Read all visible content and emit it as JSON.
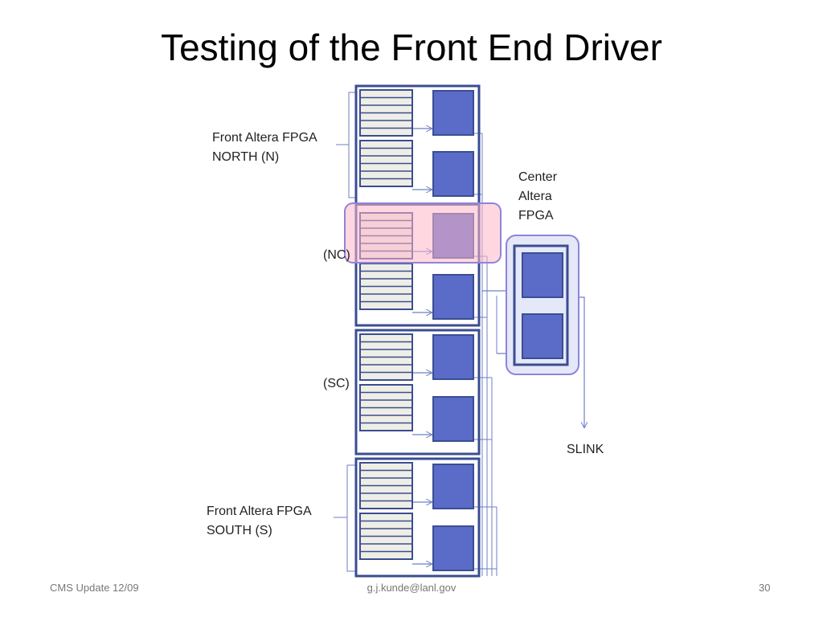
{
  "slide": {
    "title": "Testing of the Front End Driver",
    "footer_left": "CMS Update 12/09",
    "footer_center": "g.j.kunde@lanl.gov",
    "footer_right": "30"
  },
  "diagram": {
    "labels": {
      "north_line1": "Front Altera FPGA",
      "north_line2": "NORTH (N)",
      "nc": "(NC)",
      "sc": "(SC)",
      "south_line1": "Front Altera FPGA",
      "south_line2": "SOUTH (S)",
      "center_line1": "Center",
      "center_line2": "Altera",
      "center_line3": "FPGA",
      "slink": "SLINK"
    },
    "colors": {
      "border": "#3b4d91",
      "chip": "#5a6cc8",
      "stripe_fill": "#eeeee6",
      "highlight_fill": "#ffb6c8",
      "highlight_stroke": "#8f84d8",
      "wire": "#6f7fc8",
      "center_fill": "#e4e8f8"
    }
  }
}
